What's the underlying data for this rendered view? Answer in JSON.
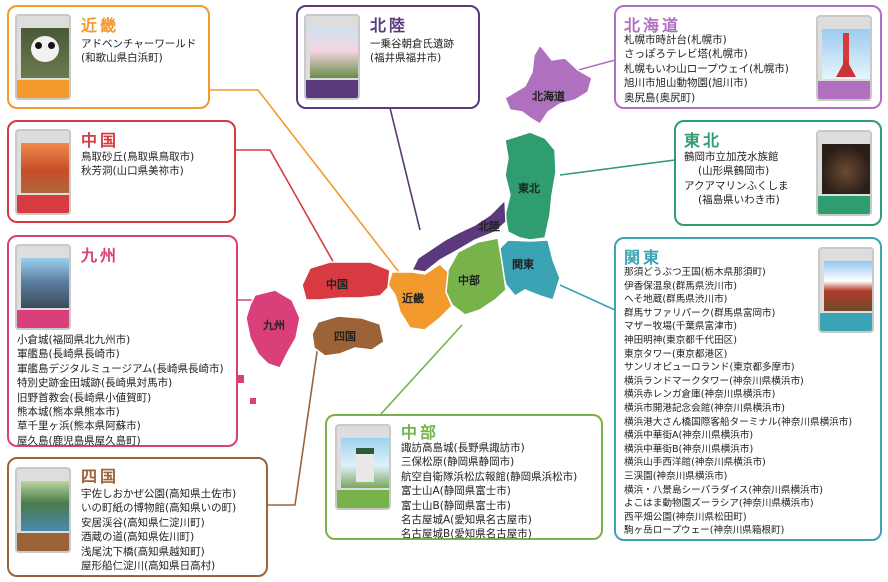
{
  "colors": {
    "kinki": "#f29a2e",
    "hokuriku": "#5a3a7c",
    "hokkaido": "#b070c0",
    "chugoku": "#d83a41",
    "tohoku": "#2f9d70",
    "kyushu": "#d9407a",
    "kanto": "#3ba3b3",
    "shikoku": "#9d6338",
    "chubu": "#77b34a"
  },
  "map_labels": {
    "hokkaido": "北海道",
    "tohoku": "東北",
    "hokuriku": "北陸",
    "kanto": "関東",
    "chubu": "中部",
    "kinki": "近畿",
    "chugoku": "中国",
    "shikoku": "四国",
    "kyushu": "九州"
  },
  "regions": {
    "kinki": {
      "title": "近畿",
      "items": [
        "アドベンチャーワールド",
        "(和歌山県白浜町)"
      ]
    },
    "hokuriku": {
      "title": "北陸",
      "items": [
        "一乗谷朝倉氏遺跡",
        "(福井県福井市)"
      ]
    },
    "hokkaido": {
      "title": "北海道",
      "items": [
        "札幌市時計台(札幌市)",
        "さっぽろテレビ塔(札幌市)",
        "札幌もいわ山ロープウェイ(札幌市)",
        "旭川市旭山動物園(旭川市)",
        "奥尻島(奥尻町)"
      ]
    },
    "chugoku": {
      "title": "中国",
      "items": [
        "鳥取砂丘(鳥取県鳥取市)",
        "秋芳洞(山口県美祢市)"
      ]
    },
    "tohoku": {
      "title": "東北",
      "items": [
        "鶴岡市立加茂水族館",
        "(山形県鶴岡市)",
        "アクアマリンふくしま",
        "(福島県いわき市)"
      ]
    },
    "kyushu": {
      "title": "九州",
      "items": [
        "小倉城(福岡県北九州市)",
        "軍艦島(長崎県長崎市)",
        "軍艦島デジタルミュージアム(長崎県長崎市)",
        "特別史跡金田城跡(長崎県対馬市)",
        "旧野首教会(長崎県小値賀町)",
        "熊本城(熊本県熊本市)",
        "草千里ヶ浜(熊本県阿蘇市)",
        "屋久島(鹿児島県屋久島町)"
      ]
    },
    "kanto": {
      "title": "関東",
      "items": [
        "那須どうぶつ王国(栃木県那須町)",
        "伊香保温泉(群馬県渋川市)",
        "へそ地蔵(群馬県渋川市)",
        "群馬サファリパーク(群馬県富岡市)",
        "マザー牧場(千葉県富津市)",
        "神田明神(東京都千代田区)",
        "東京タワー(東京都港区)",
        "サンリオピューロランド(東京都多摩市)",
        "横浜ランドマークタワー(神奈川県横浜市)",
        "横浜赤レンガ倉庫(神奈川県横浜市)",
        "横浜市開港記念会館(神奈川県横浜市)",
        "横浜港大さん橋国際客船ターミナル(神奈川県横浜市)",
        "横浜中華街A(神奈川県横浜市)",
        "横浜中華街B(神奈川県横浜市)",
        "横浜山手西洋館(神奈川県横浜市)",
        "三渓園(神奈川県横浜市)",
        "横浜・八景島シーパラダイス(神奈川県横浜市)",
        "よこはま動物園ズーラシア(神奈川県横浜市)",
        "西平畑公園(神奈川県松田町)",
        "駒ヶ岳ロープウェー(神奈川県箱根町)"
      ]
    },
    "shikoku": {
      "title": "四国",
      "items": [
        "宇佐しおかぜ公園(高知県土佐市)",
        "いの町紙の博物館(高知県いの町)",
        "安居渓谷(高知県仁淀川町)",
        "酒蔵の道(高知県佐川町)",
        "浅尾沈下橋(高知県越知町)",
        "屋形船仁淀川(高知県日高村)"
      ]
    },
    "chubu": {
      "title": "中部",
      "items": [
        "諏訪高島城(長野県諏訪市)",
        "三保松原(静岡県静岡市)",
        "航空自衛隊浜松広報館(静岡県浜松市)",
        "富士山A(静岡県富士市)",
        "富士山B(静岡県富士市)",
        "名古屋城A(愛知県名古屋市)",
        "名古屋城B(愛知県名古屋市)"
      ]
    }
  }
}
